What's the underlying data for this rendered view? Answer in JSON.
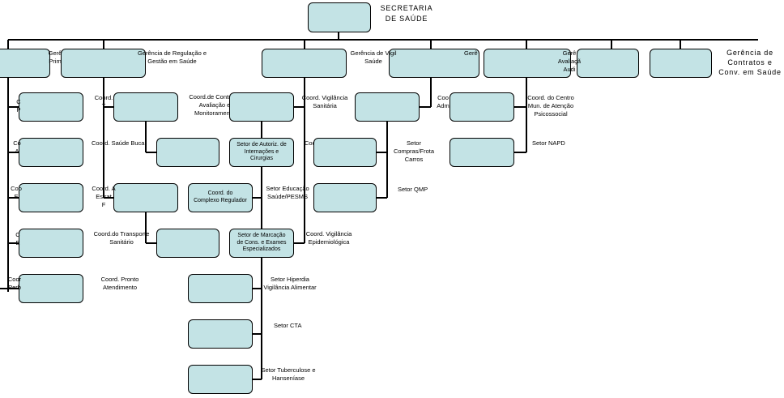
{
  "root": {
    "label": "SECRETARIA\nDE SAÚDE"
  },
  "gerencias": [
    {
      "label": "Gerê\nPrim"
    },
    {
      "label": "Gerência de Regulação e\nGestão em Saúde"
    },
    {
      "label": "Gerência de Vigil\nSaúde"
    },
    {
      "label": "Gerê"
    },
    {
      "label": "Gerê\nAvaliaçã\nAudi"
    },
    {
      "label": "Gerência de\nContratos e\nConv. em Saúde"
    }
  ],
  "coordenacoes": [
    {
      "label": "C\nP"
    },
    {
      "label": "Co\nA"
    },
    {
      "label": "Coo\nE"
    },
    {
      "label": "C\nE"
    },
    {
      "label": "Coor\nPerb"
    },
    {
      "label": "Coord.\nT"
    },
    {
      "label": "Coord. A\nEstrat\nF"
    },
    {
      "label": "Coord.de Controle,\nAvaliação e\nMonitoramento"
    },
    {
      "label": "Coord. Saúde Bucal"
    },
    {
      "label": "Coord. do\nComplexo Regulador"
    },
    {
      "label": "Coord.do Transporte\nSanitário"
    },
    {
      "label": "Coord. Pronto\nAtendimento"
    },
    {
      "label": "Coord. Vigilância\nSanitária"
    },
    {
      "label": "Coo"
    },
    {
      "label": "Coord. Vigilância\nEpidemiológica"
    },
    {
      "label": "Coo\nAdm"
    },
    {
      "label": "Coord. do Centro\nMun. de Atenção\nPsicossocial"
    }
  ],
  "setores": [
    {
      "label": "Setor de Autoriz. de\nInternações e\nCirurgias"
    },
    {
      "label": "Setor Educação\nSaúde/PESMS"
    },
    {
      "label": "Setor de Marcação\nde Cons. e Exames\nEspecializados"
    },
    {
      "label": "Setor Hiperdia\nVigilância Alimentar"
    },
    {
      "label": "Setor CTA"
    },
    {
      "label": "Setor Tuberculose e\nHanseníase"
    },
    {
      "label": "Setor\nCompras/Frota\nCarros"
    },
    {
      "label": "Setor QMP"
    },
    {
      "label": "Setor NAPD"
    }
  ]
}
